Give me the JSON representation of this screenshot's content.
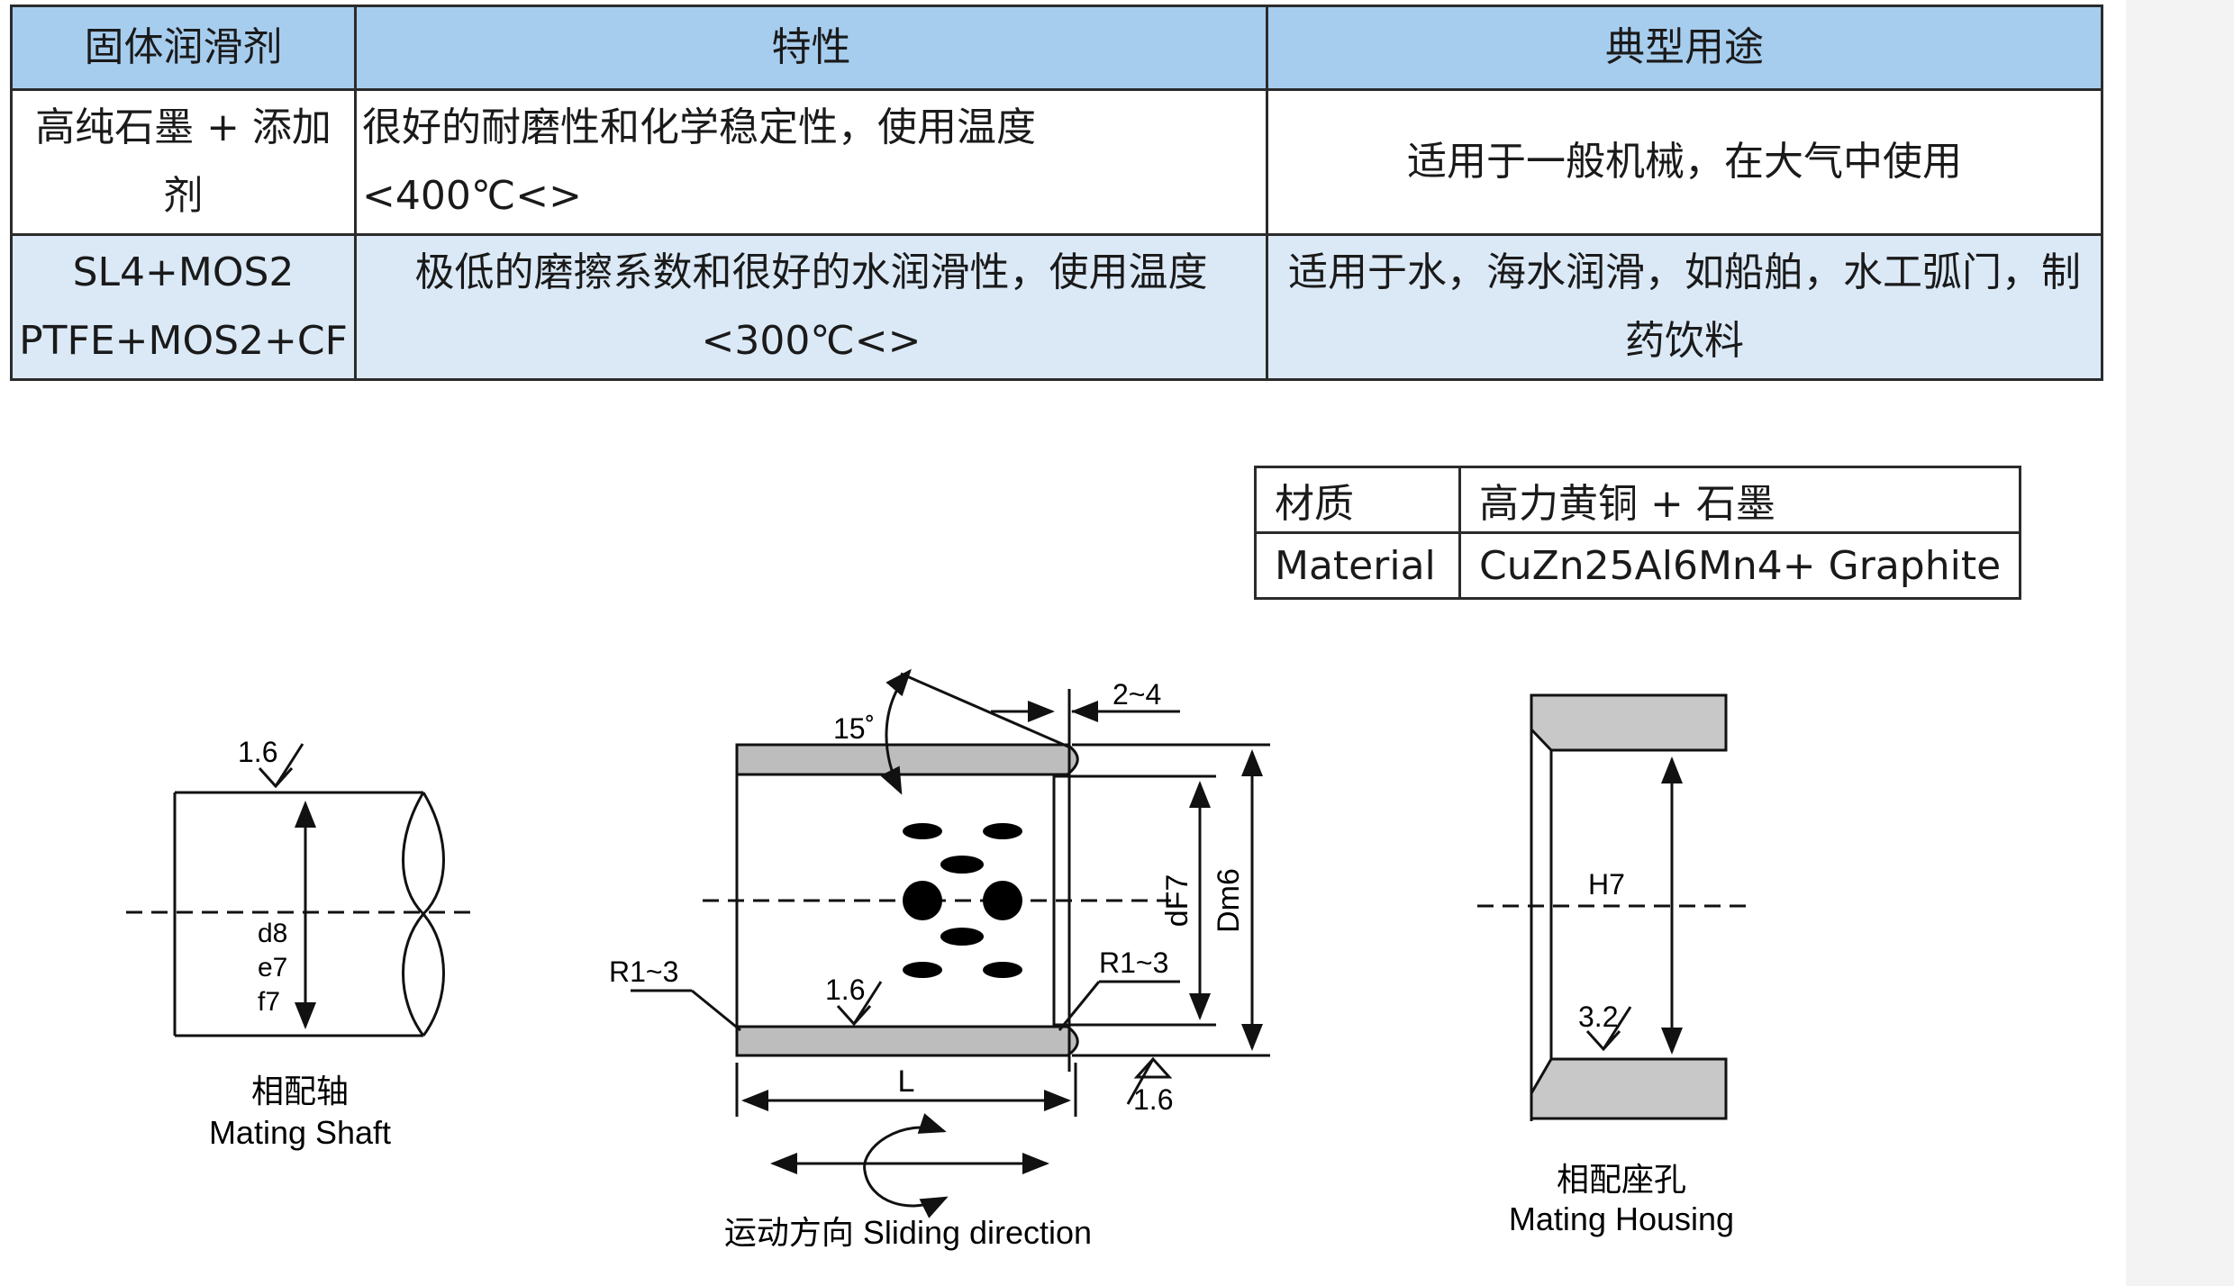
{
  "lube_table": {
    "headers": [
      "固体润滑剂",
      "特性",
      "典型用途"
    ],
    "rows": [
      {
        "lubricant": [
          "高纯石墨 + 添加",
          "剂"
        ],
        "property": "很好的耐磨性和化学稳定性，使用温度 <400℃<>",
        "usage": "适用于一般机械，在大气中使用"
      },
      {
        "lubricant": [
          "SL4+MOS2",
          "PTFE+MOS2+CF"
        ],
        "property": [
          "极低的磨擦系数和很好的水润滑性，使用温度",
          "<300℃<>"
        ],
        "usage": [
          "适用于水，海水润滑，如船舶，水工弧门，制",
          "药饮料"
        ]
      }
    ]
  },
  "material_table": {
    "rows": [
      {
        "key": "材质",
        "value": "高力黄铜 + 石墨"
      },
      {
        "key": "Material",
        "value": "CuZn25Al6Mn4+ Graphite"
      }
    ]
  },
  "drawing": {
    "shaft": {
      "roughness": "1.6",
      "tolerances": [
        "d8",
        "e7",
        "f7"
      ],
      "caption_cn": "相配轴",
      "caption_en": "Mating Shaft"
    },
    "bushing": {
      "angle": "15˚",
      "chamfer": "2~4",
      "radius_left": "R1~3",
      "radius_right": "R1~3",
      "roughness_inner": "1.6",
      "roughness_outer": "1.6",
      "inner_fit": "dF7",
      "outer_dim": "Dm6",
      "length": "L",
      "caption": "运动方向 Sliding direction"
    },
    "housing": {
      "fit": "H7",
      "roughness": "3.2",
      "caption_cn": "相配座孔",
      "caption_en": "Mating Housing"
    }
  }
}
